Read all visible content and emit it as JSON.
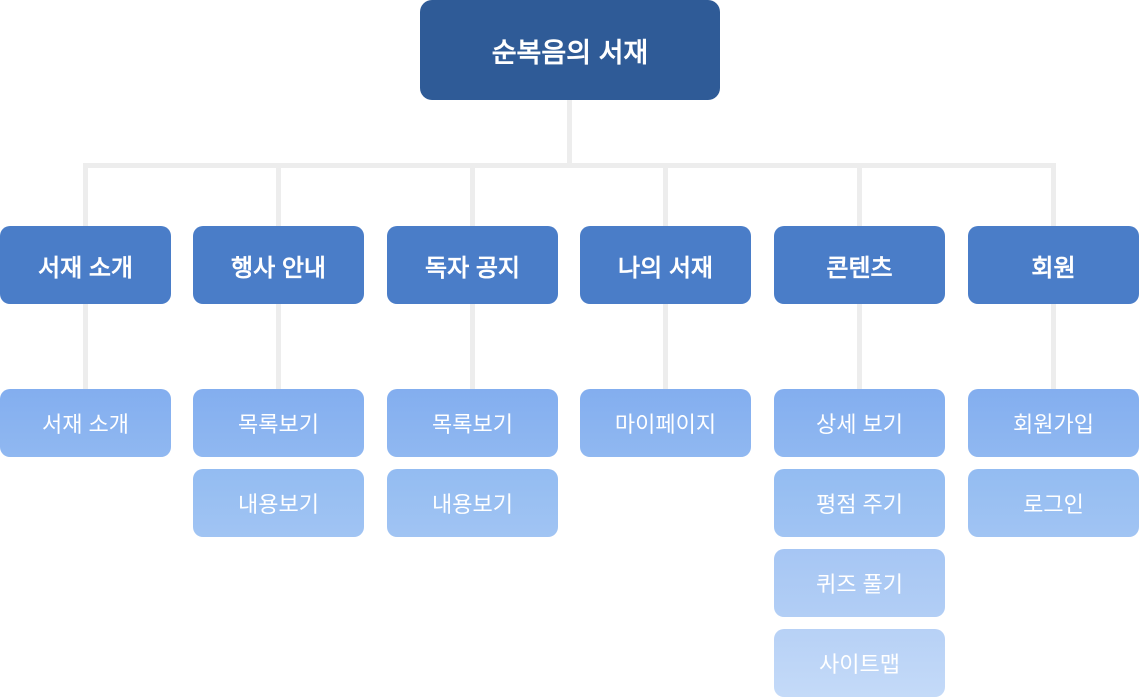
{
  "diagram": {
    "type": "sitemap-tree",
    "colors": {
      "root_node": "#2f5b97",
      "menu_node": "#4a7dc8",
      "child_row_colors": [
        "#88b2f0",
        "#97bef2",
        "#aac9f4",
        "#bdd5f7"
      ],
      "connector": "#ededed",
      "text": "#ffffff",
      "background": "#ffffff"
    },
    "tree": {
      "root": {
        "label": "순복음의 서재"
      },
      "columns": [
        {
          "label": "서재 소개",
          "children": [
            "서재 소개"
          ]
        },
        {
          "label": "행사 안내",
          "children": [
            "목록보기",
            "내용보기"
          ]
        },
        {
          "label": "독자 공지",
          "children": [
            "목록보기",
            "내용보기"
          ]
        },
        {
          "label": "나의 서재",
          "children": [
            "마이페이지"
          ]
        },
        {
          "label": "콘텐츠",
          "children": [
            "상세 보기",
            "평점 주기",
            "퀴즈 풀기",
            "사이트맵"
          ]
        },
        {
          "label": "회원",
          "children": [
            "회원가입",
            "로그인"
          ]
        }
      ]
    }
  }
}
